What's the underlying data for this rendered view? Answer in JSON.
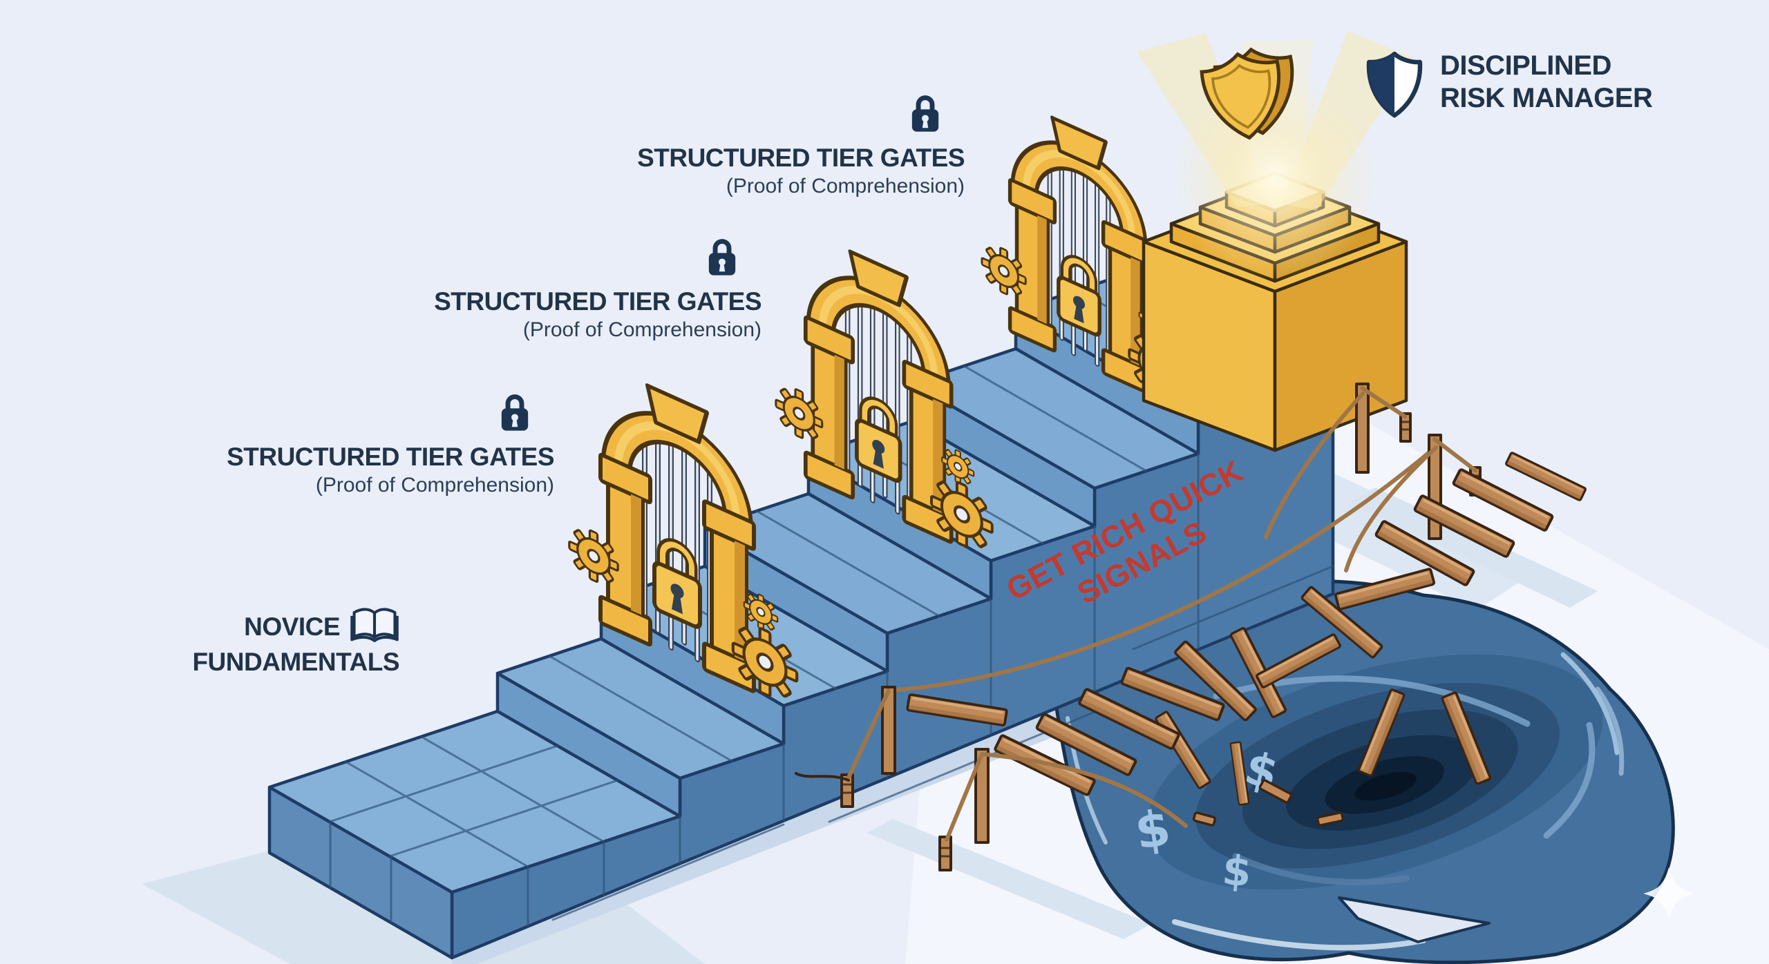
{
  "scene": {
    "labels": {
      "novice": {
        "line1": "NOVICE",
        "line2": "FUNDAMENTALS"
      },
      "tier_gates": [
        {
          "title": "STRUCTURED TIER GATES",
          "subtitle": "(Proof of Comprehension)"
        },
        {
          "title": "STRUCTURED TIER GATES",
          "subtitle": "(Proof of Comprehension)"
        },
        {
          "title": "STRUCTURED TIER GATES",
          "subtitle": "(Proof of Comprehension)"
        }
      ],
      "goal": {
        "line1": "DISCIPLINED",
        "line2": "RISK MANAGER"
      },
      "danger": {
        "line1": "GET RICH QUICK",
        "line2": "SIGNALS"
      }
    },
    "pit": {
      "dollar_symbol": "$"
    },
    "icons": {
      "lock": "lock-icon",
      "book": "open-book-icon",
      "shield_badge": "shield-badge-icon",
      "shield_trophy": "shield-trophy",
      "sparkle": "sparkle-icon"
    },
    "colors": {
      "background": "#E9EEF8",
      "ground_plane": "#F3F6FC",
      "stone_top": "#86B1D8",
      "stone_wall": "#4D7BA9",
      "gold": "#F2BD44",
      "navy_text": "#223349",
      "danger_red": "#C23A30",
      "wood": "#C08A58",
      "pit_dark": "#0B1F35",
      "dollar_blue": "#A2C5E3"
    }
  }
}
